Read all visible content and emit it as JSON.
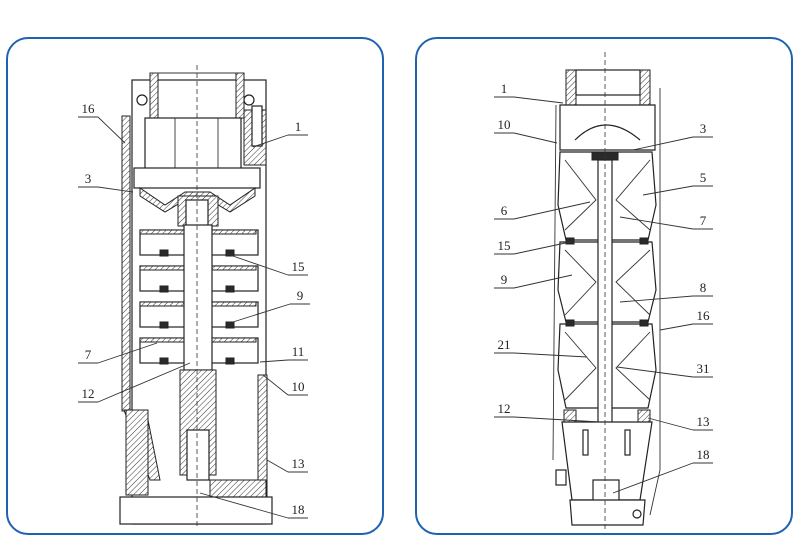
{
  "figure": {
    "left_pump": {
      "callouts": [
        "16",
        "1",
        "3",
        "15",
        "9",
        "7",
        "11",
        "10",
        "12",
        "13",
        "18"
      ]
    },
    "right_pump": {
      "callouts": [
        "1",
        "10",
        "3",
        "5",
        "6",
        "7",
        "15",
        "9",
        "8",
        "16",
        "21",
        "31",
        "12",
        "13",
        "18"
      ]
    },
    "colors": {
      "panel_border": "#1f63b0",
      "line": "#222222"
    }
  }
}
